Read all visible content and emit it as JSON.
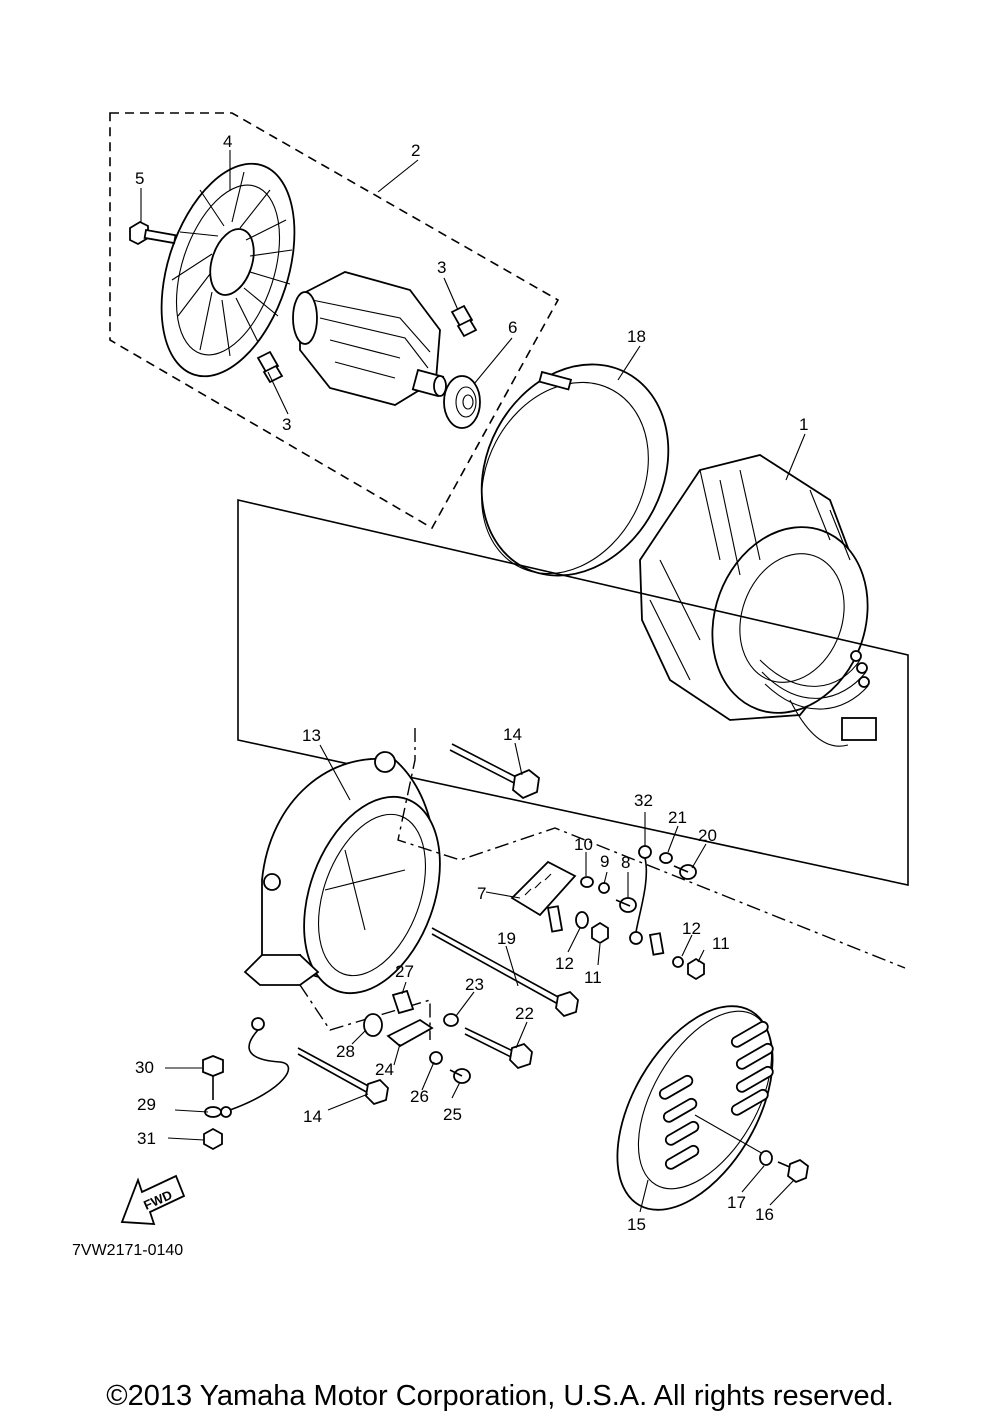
{
  "diagram": {
    "callouts": [
      "1",
      "2",
      "3",
      "3",
      "4",
      "5",
      "6",
      "7",
      "8",
      "9",
      "10",
      "11",
      "11",
      "12",
      "12",
      "13",
      "14",
      "14",
      "15",
      "16",
      "17",
      "18",
      "19",
      "20",
      "21",
      "22",
      "23",
      "24",
      "25",
      "26",
      "27",
      "28",
      "29",
      "30",
      "31",
      "32"
    ],
    "fwd_label": "FWD",
    "drawing_code": "7VW2171-0140"
  },
  "footer": {
    "copyright": "©2013 Yamaha Motor Corporation, U.S.A. All rights reserved."
  }
}
